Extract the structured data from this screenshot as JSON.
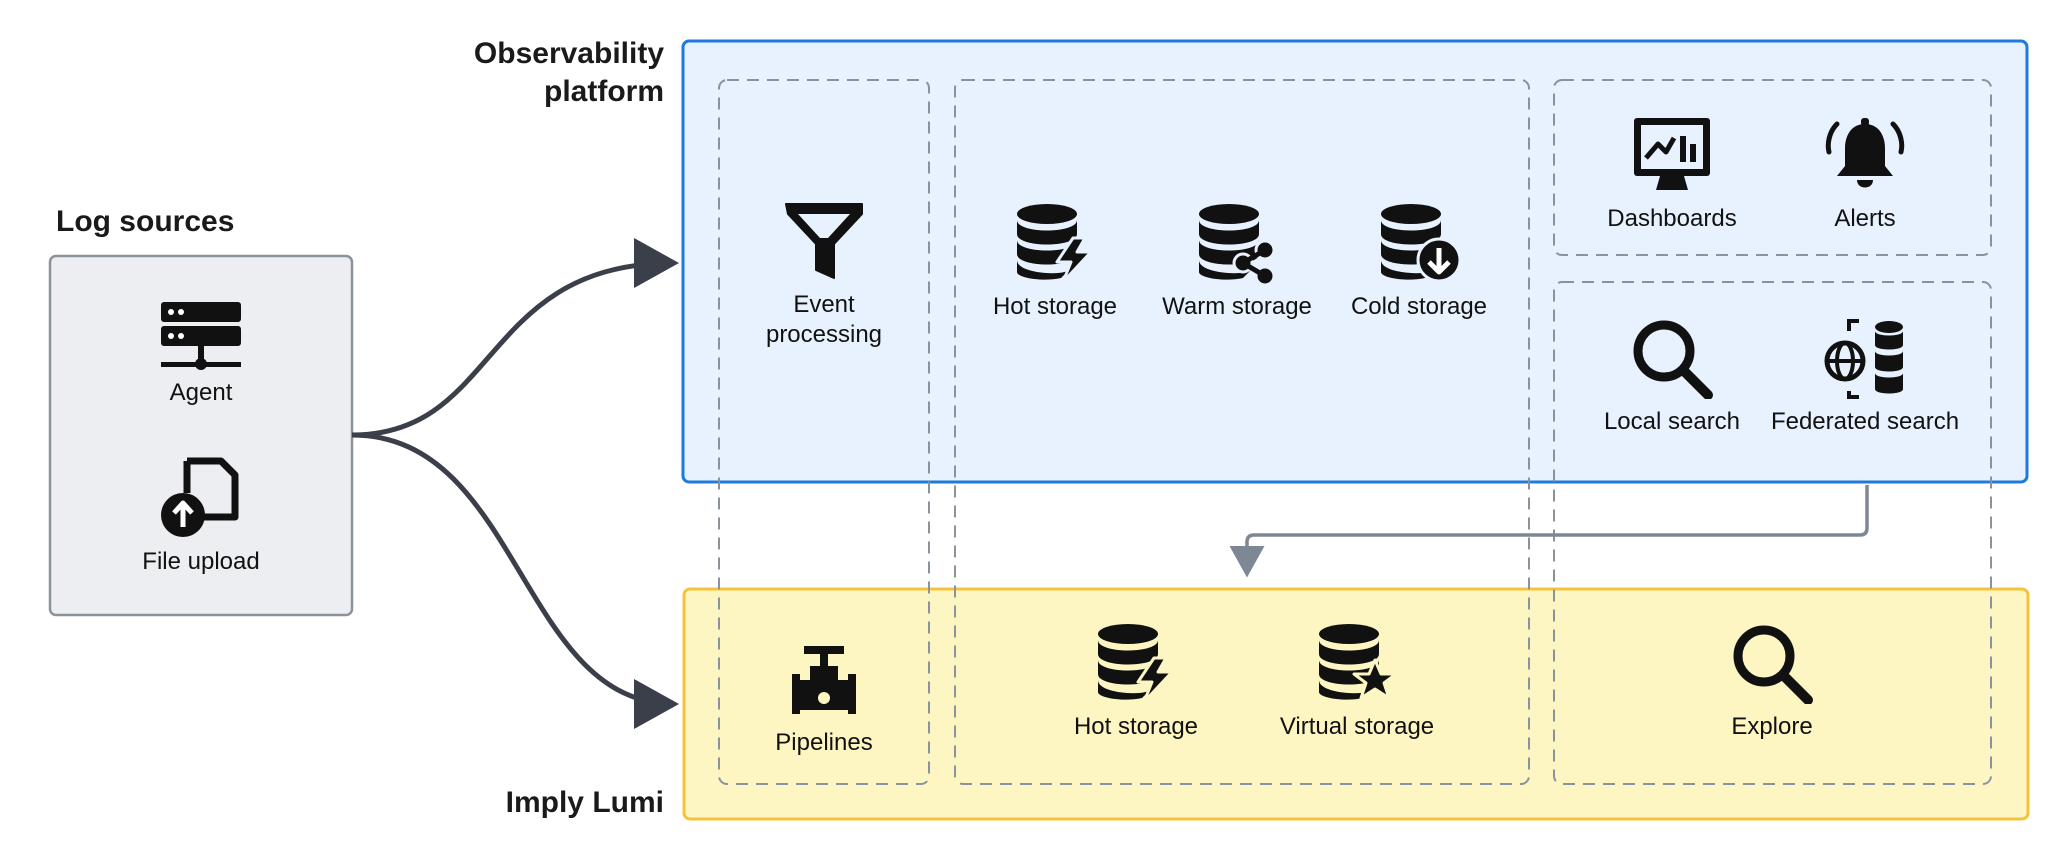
{
  "log_sources": {
    "title": "Log sources",
    "items": [
      {
        "label": "Agent",
        "icon": "server-icon"
      },
      {
        "label": "File upload",
        "icon": "file-upload-icon"
      }
    ]
  },
  "observability": {
    "title_line1": "Observability",
    "title_line2": "platform",
    "fill": "#e8f2fe",
    "border": "#1f7bd8",
    "ingest": {
      "label_line1": "Event",
      "label_line2": "processing",
      "icon": "funnel-icon"
    },
    "storage": [
      {
        "label": "Hot storage",
        "icon": "database-bolt-icon"
      },
      {
        "label": "Warm storage",
        "icon": "database-share-icon"
      },
      {
        "label": "Cold storage",
        "icon": "database-download-icon"
      }
    ],
    "visualize": [
      {
        "label": "Dashboards",
        "icon": "monitor-chart-icon"
      },
      {
        "label": "Alerts",
        "icon": "bell-icon"
      }
    ],
    "search": [
      {
        "label": "Local search",
        "icon": "search-icon"
      },
      {
        "label": "Federated search",
        "icon": "globe-database-icon"
      }
    ]
  },
  "lumi": {
    "title": "Imply Lumi",
    "fill": "#fdf6c3",
    "border": "#f5c33b",
    "ingest": {
      "label": "Pipelines",
      "icon": "valve-icon"
    },
    "storage": [
      {
        "label": "Hot storage",
        "icon": "database-bolt-icon"
      },
      {
        "label": "Virtual storage",
        "icon": "database-star-icon"
      }
    ],
    "search": {
      "label": "Explore",
      "icon": "search-icon"
    }
  },
  "colors": {
    "arrow": "#3a3f4a",
    "connector": "#7d8894",
    "dashed": "#8a939c",
    "source_fill": "#eceef1",
    "source_border": "#8a939c"
  }
}
